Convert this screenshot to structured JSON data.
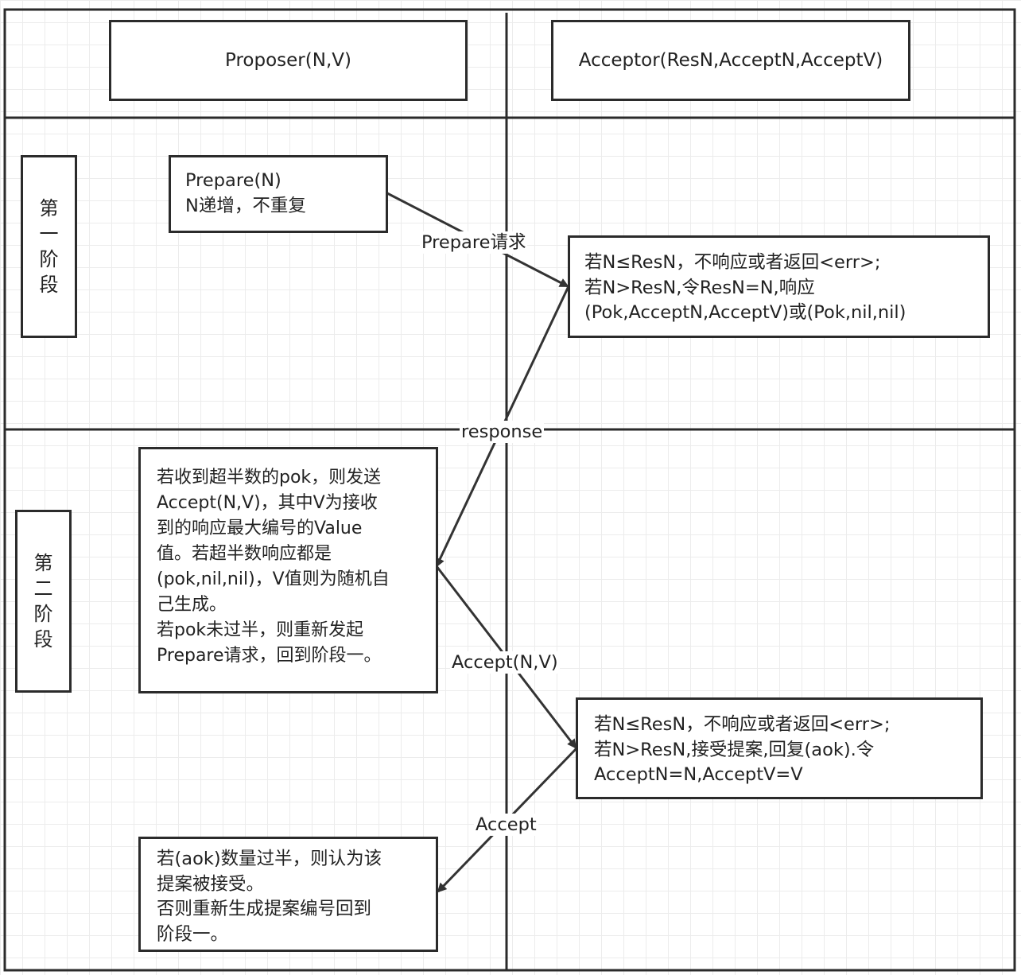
{
  "header": {
    "proposer": "Proposer(N,V)",
    "acceptor": "Acceptor(ResN,AcceptN,AcceptV)"
  },
  "phase1": {
    "label_chars": [
      "第",
      "一",
      "阶",
      "段"
    ],
    "prepare_box": [
      "Prepare(N)",
      "N递增，不重复"
    ],
    "prepare_request_label": "Prepare请求",
    "acceptor_box": [
      "若N≤ResN，不响应或者返回<err>;",
      "若N>ResN,令ResN=N,响应",
      "(Pok,AcceptN,AcceptV)或(Pok,nil,nil)"
    ],
    "response_label": "response"
  },
  "phase2": {
    "label_chars": [
      "第",
      "二",
      "阶",
      "段"
    ],
    "proposer_box": [
      "若收到超半数的pok，则发送",
      "Accept(N,V)，其中V为接收",
      "到的响应最大编号的Value",
      "值。若超半数响应都是",
      "(pok,nil,nil)，V值则为随机自",
      "己生成。",
      "若pok未过半，则重新发起",
      "Prepare请求，回到阶段一。"
    ],
    "accept_label": "Accept(N,V)",
    "acceptor_box": [
      "若N≤ResN，不响应或者返回<err>;",
      "若N>ResN,接受提案,回复(aok).令",
      "AcceptN=N,AcceptV=V"
    ],
    "accept_reply_label": "Accept",
    "result_box": [
      "若(aok)数量过半，则认为该",
      "提案被接受。",
      "否则重新生成提案编号回到",
      "阶段一。"
    ]
  }
}
